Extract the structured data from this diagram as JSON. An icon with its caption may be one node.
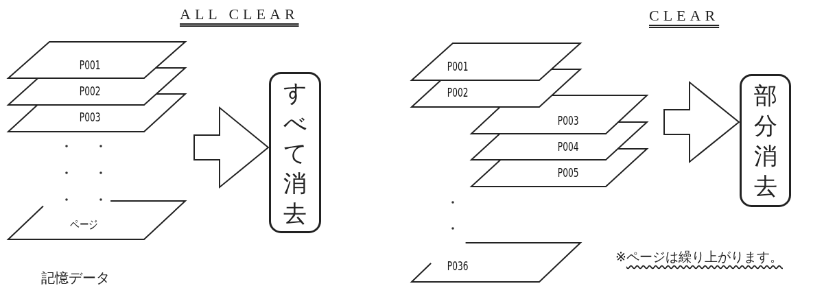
{
  "diagram": {
    "nodes": [
      {
        "text": [
          "P001"
        ]
      },
      {
        "text": [
          "P002"
        ]
      },
      {
        "text": [
          "P003"
        ]
      },
      {
        "text": [
          "ページ"
        ]
      },
      {
        "text": [
          "すべて消去"
        ]
      },
      {
        "text": [
          "P001"
        ]
      },
      {
        "text": [
          "P002"
        ]
      },
      {
        "text": [
          "P003"
        ]
      },
      {
        "text": [
          "P004"
        ]
      },
      {
        "text": [
          "P005"
        ]
      },
      {
        "text": [
          "P036"
        ]
      },
      {
        "text": [
          "部分消去"
        ]
      }
    ],
    "edges": [
      {
        "from": null,
        "to": 4,
        "arrow": "to"
      },
      {
        "from": null,
        "to": 11,
        "arrow": "to"
      }
    ],
    "labels": [
      "ALL CLEAR",
      "CLEAR",
      "記憶データ",
      "※ページは繰り上がります。"
    ]
  }
}
